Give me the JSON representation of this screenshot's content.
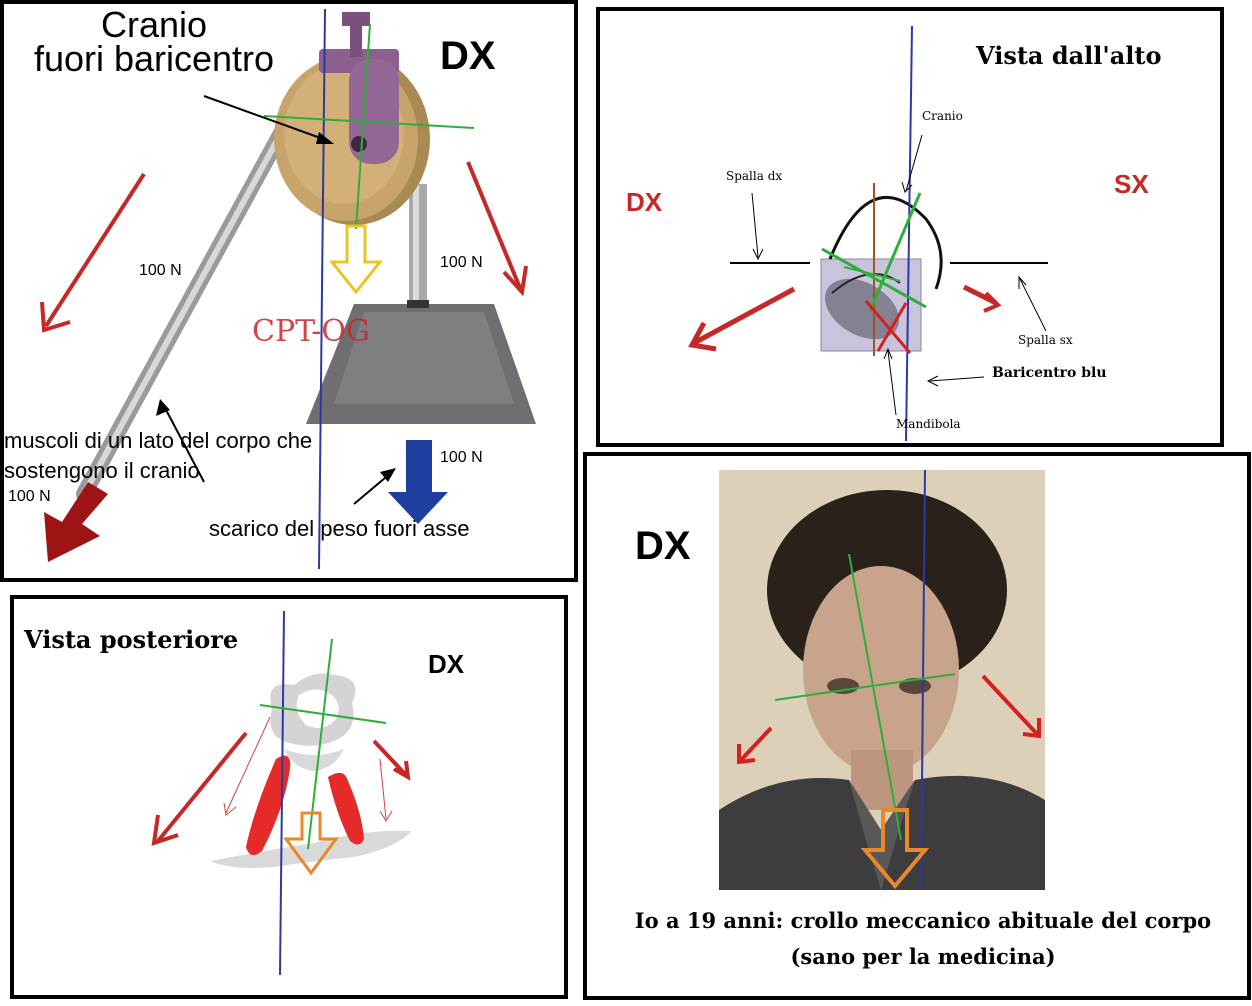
{
  "panel1": {
    "title": "Cranio\nfuori baricentro",
    "side": "DX",
    "force_labels": [
      "100 N",
      "100 N",
      "100 N",
      "100 N"
    ],
    "watermark": "CPT-OG",
    "muscles_label": "muscoli di un lato del corpo che\nsostengono il cranio",
    "discharge_label": "scarico del peso fuori asse"
  },
  "panel2": {
    "title": "Vista dall'alto",
    "left_side": "DX",
    "right_side": "SX",
    "cranio": "Cranio",
    "spalla_dx": "Spalla dx",
    "spalla_sx": "Spalla sx",
    "baricentro": "Baricentro blu",
    "mandibola": "Mandibola"
  },
  "panel3": {
    "title": "Vista posteriore",
    "side": "DX"
  },
  "panel4": {
    "side": "DX",
    "caption_line1": "Io a 19 anni: crollo meccanico abituale del corpo",
    "caption_line2": "(sano per la medicina)"
  },
  "colors": {
    "red_arrow": "#c62828",
    "axis_blue": "#2b3a9e",
    "axis_green": "#2eae3a",
    "yellow_arrow": "#e8c520",
    "orange_arrow": "#e8882b",
    "blue_arrow": "#1f3f9f"
  }
}
